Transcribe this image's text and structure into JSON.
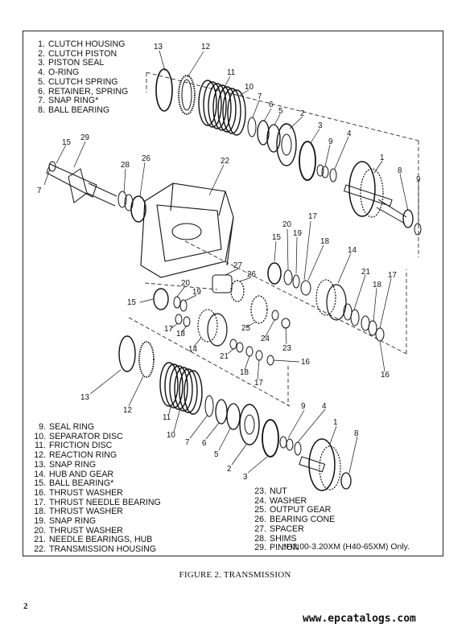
{
  "legend_top": [
    {
      "num": "1.",
      "text": "CLUTCH HOUSING"
    },
    {
      "num": "2.",
      "text": "CLUTCH PISTON"
    },
    {
      "num": "3.",
      "text": "PISTON SEAL"
    },
    {
      "num": "4.",
      "text": "O-RING"
    },
    {
      "num": "5.",
      "text": "CLUTCH SPRING"
    },
    {
      "num": "6.",
      "text": "RETAINER, SPRING"
    },
    {
      "num": "7.",
      "text": "SNAP RING*"
    },
    {
      "num": "8.",
      "text": "BALL BEARING"
    }
  ],
  "legend_bottom": [
    {
      "num": "9.",
      "text": "SEAL RING"
    },
    {
      "num": "10.",
      "text": "SEPARATOR DISC"
    },
    {
      "num": "11.",
      "text": "FRICTION DISC"
    },
    {
      "num": "12.",
      "text": "REACTION RING"
    },
    {
      "num": "13.",
      "text": "SNAP RING"
    },
    {
      "num": "14.",
      "text": "HUB AND GEAR"
    },
    {
      "num": "15.",
      "text": "BALL BEARING*"
    },
    {
      "num": "16.",
      "text": "THRUST WASHER"
    },
    {
      "num": "17.",
      "text": "THRUST NEEDLE BEARING"
    },
    {
      "num": "18.",
      "text": "THRUST WASHER"
    },
    {
      "num": "19.",
      "text": "SNAP RING"
    },
    {
      "num": "20.",
      "text": "THRUST WASHER"
    },
    {
      "num": "21.",
      "text": "NEEDLE BEARINGS, HUB"
    },
    {
      "num": "22.",
      "text": "TRANSMISSION HOUSING"
    }
  ],
  "legend_right": [
    {
      "num": "23.",
      "text": "NUT"
    },
    {
      "num": "24.",
      "text": "WASHER"
    },
    {
      "num": "25.",
      "text": "OUTPUT GEAR"
    },
    {
      "num": "26.",
      "text": "BEARING CONE"
    },
    {
      "num": "27.",
      "text": "SPACER"
    },
    {
      "num": "28.",
      "text": "SHIMS"
    },
    {
      "num": "29.",
      "text": "PINION"
    }
  ],
  "footnote": "*H2.00-3.20XM (H40-65XM) Only.",
  "caption": "FIGURE 2. TRANSMISSION",
  "page_number": "2",
  "watermark": "www.epcatalogs.com",
  "callouts": [
    {
      "text": "13"
    },
    {
      "text": "12"
    },
    {
      "text": "11"
    },
    {
      "text": "10"
    },
    {
      "text": "7"
    },
    {
      "text": "6"
    },
    {
      "text": "5"
    },
    {
      "text": "2"
    },
    {
      "text": "3"
    },
    {
      "text": "4"
    },
    {
      "text": "9"
    },
    {
      "text": "1"
    },
    {
      "text": "8"
    },
    {
      "text": "9"
    },
    {
      "text": "29"
    },
    {
      "text": "15"
    },
    {
      "text": "7"
    },
    {
      "text": "28"
    },
    {
      "text": "26"
    },
    {
      "text": "22"
    },
    {
      "text": "20"
    },
    {
      "text": "17"
    },
    {
      "text": "15"
    },
    {
      "text": "19"
    },
    {
      "text": "18"
    },
    {
      "text": "14"
    },
    {
      "text": "21"
    },
    {
      "text": "18"
    },
    {
      "text": "17"
    },
    {
      "text": "27"
    },
    {
      "text": "26"
    },
    {
      "text": "20"
    },
    {
      "text": "15"
    },
    {
      "text": "19"
    },
    {
      "text": "17"
    },
    {
      "text": "18"
    },
    {
      "text": "14"
    },
    {
      "text": "25"
    },
    {
      "text": "24"
    },
    {
      "text": "23"
    },
    {
      "text": "21"
    },
    {
      "text": "18"
    },
    {
      "text": "17"
    },
    {
      "text": "16"
    },
    {
      "text": "16"
    },
    {
      "text": "13"
    },
    {
      "text": "12"
    },
    {
      "text": "11"
    },
    {
      "text": "10"
    },
    {
      "text": "7"
    },
    {
      "text": "6"
    },
    {
      "text": "5"
    },
    {
      "text": "2"
    },
    {
      "text": "3"
    },
    {
      "text": "9"
    },
    {
      "text": "4"
    },
    {
      "text": "1"
    },
    {
      "text": "8"
    }
  ]
}
